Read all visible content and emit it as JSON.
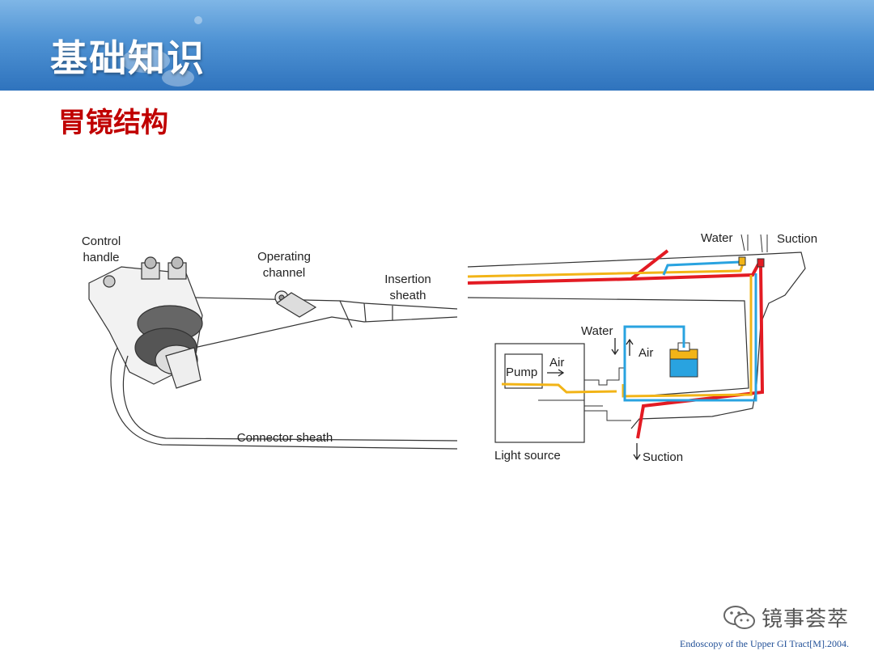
{
  "slide": {
    "title": "基础知识",
    "subtitle": "胃镜结构"
  },
  "diagram_left": {
    "control_handle_line1": "Control",
    "control_handle_line2": "handle",
    "operating_channel_line1": "Operating",
    "operating_channel_line2": "channel",
    "insertion_sheath_line1": "Insertion",
    "insertion_sheath_line2": "sheath",
    "connector_sheath": "Connector sheath"
  },
  "diagram_right": {
    "water_top": "Water",
    "suction_top": "Suction",
    "water_mid": "Water",
    "air_mid": "Air",
    "pump": "Pump",
    "air_pump": "Air",
    "light_source": "Light source",
    "suction_bottom": "Suction"
  },
  "colors": {
    "water_line": "#f2b417",
    "air_line": "#29a3e0",
    "suction_line": "#e31b23",
    "title_red": "#c00000",
    "banner_blue": "#3a7fc6"
  },
  "watermark": {
    "icon": "wechat-icon",
    "text": "镜事荟萃"
  },
  "citation": "Endoscopy of the Upper GI Tract[M].2004."
}
